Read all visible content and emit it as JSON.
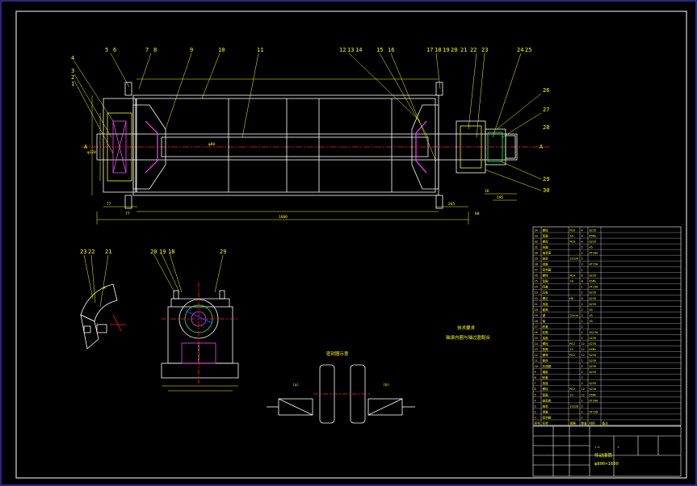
{
  "sheet": {
    "colors": {
      "background": "#000000",
      "frame": "#ffffff",
      "outline": "#ffffff",
      "dimension": "#ffff00",
      "centerline": "#ff2020",
      "hatch": "#ff40ff",
      "accent_blue": "#2040ff",
      "accent_green": "#20ff40",
      "accent_cyan": "#00ffff"
    }
  },
  "callouts": {
    "top": [
      "5",
      "6",
      "7",
      "8",
      "9",
      "10",
      "11",
      "12",
      "13",
      "14",
      "15",
      "16",
      "17",
      "18",
      "19",
      "20",
      "21",
      "22",
      "23",
      "24",
      "25"
    ],
    "left": [
      "4",
      "3",
      "2",
      "1"
    ],
    "right": [
      "26",
      "27",
      "28",
      "29",
      "30"
    ],
    "detail_a": [
      "23",
      "22",
      "21"
    ],
    "detail_b": [
      "20",
      "19",
      "18",
      "29"
    ]
  },
  "section_labels": {
    "left_a": "A",
    "right_a": "A",
    "detail_a_mark": "A",
    "ring_label_left": "(a)",
    "ring_label_right": "(b)"
  },
  "dimensions": {
    "overall_length": "1600",
    "left_offset": "77",
    "left_step": "77",
    "right_a": "265",
    "right_b": "36",
    "right_c": "195",
    "right_d": "80",
    "bearing_dia": "φ120",
    "shaft_dia": "φ80"
  },
  "notes": {
    "note_title": "技术要求",
    "note_line": "轴承内圈与轴过盈配合",
    "ring_title": "密封圈示意"
  },
  "parts_table": {
    "rows": [
      [
        "34",
        "螺栓",
        "M16",
        "4",
        "Q235",
        ""
      ],
      [
        "33",
        "垫圈",
        "16",
        "4",
        "65Mn",
        ""
      ],
      [
        "32",
        "螺母",
        "M16",
        "4",
        "Q235",
        ""
      ],
      [
        "31",
        "挡圈",
        "",
        "2",
        "45",
        ""
      ],
      [
        "30",
        "轴承座",
        "",
        "2",
        "HT200",
        ""
      ],
      [
        "29",
        "轴承",
        "22220",
        "2",
        "",
        ""
      ],
      [
        "28",
        "透盖",
        "",
        "2",
        "HT150",
        ""
      ],
      [
        "27",
        "密封圈",
        "",
        "2",
        "",
        ""
      ],
      [
        "26",
        "螺栓",
        "M10",
        "8",
        "Q235",
        ""
      ],
      [
        "25",
        "垫圈",
        "10",
        "8",
        "65Mn",
        ""
      ],
      [
        "24",
        "闷盖",
        "",
        "1",
        "HT150",
        ""
      ],
      [
        "23",
        "压板",
        "",
        "2",
        "Q235",
        ""
      ],
      [
        "22",
        "螺钉",
        "M8",
        "6",
        "Q235",
        ""
      ],
      [
        "21",
        "挡板",
        "",
        "2",
        "Q235",
        ""
      ],
      [
        "20",
        "套筒",
        "",
        "2",
        "45",
        ""
      ],
      [
        "19",
        "键",
        "22x14",
        "2",
        "45",
        ""
      ],
      [
        "18",
        "轴",
        "",
        "1",
        "45",
        ""
      ],
      [
        "17",
        "胀套",
        "",
        "2",
        "",
        ""
      ],
      [
        "16",
        "轮毂",
        "",
        "2",
        "ZG270",
        ""
      ],
      [
        "15",
        "接盘",
        "",
        "2",
        "Q235",
        ""
      ],
      [
        "14",
        "螺栓",
        "M12",
        "12",
        "Q235",
        ""
      ],
      [
        "13",
        "垫圈",
        "12",
        "12",
        "65Mn",
        ""
      ],
      [
        "12",
        "螺母",
        "M12",
        "12",
        "Q235",
        ""
      ],
      [
        "11",
        "筒体",
        "",
        "1",
        "Q235",
        ""
      ],
      [
        "10",
        "加强圈",
        "",
        "2",
        "Q235",
        ""
      ],
      [
        "9",
        "辐板",
        "",
        "2",
        "Q235",
        ""
      ],
      [
        "8",
        "胀套",
        "",
        "2",
        "",
        ""
      ],
      [
        "7",
        "接盘",
        "",
        "2",
        "Q235",
        ""
      ],
      [
        "6",
        "螺栓",
        "M12",
        "12",
        "Q235",
        ""
      ],
      [
        "5",
        "垫圈",
        "12",
        "12",
        "65Mn",
        ""
      ],
      [
        "4",
        "轴承座",
        "",
        "2",
        "HT200",
        ""
      ],
      [
        "3",
        "轴承",
        "22220",
        "2",
        "",
        ""
      ],
      [
        "2",
        "透盖",
        "",
        "2",
        "HT150",
        ""
      ],
      [
        "1",
        "密封圈",
        "",
        "2",
        "",
        ""
      ]
    ],
    "header": [
      "序号",
      "名称",
      "规格",
      "数量",
      "材料",
      "备注"
    ]
  },
  "title_block": {
    "drawing_name": "传动滚筒",
    "drawing_code": "φ800×1600",
    "scale": "1:4",
    "sheet": "1"
  }
}
